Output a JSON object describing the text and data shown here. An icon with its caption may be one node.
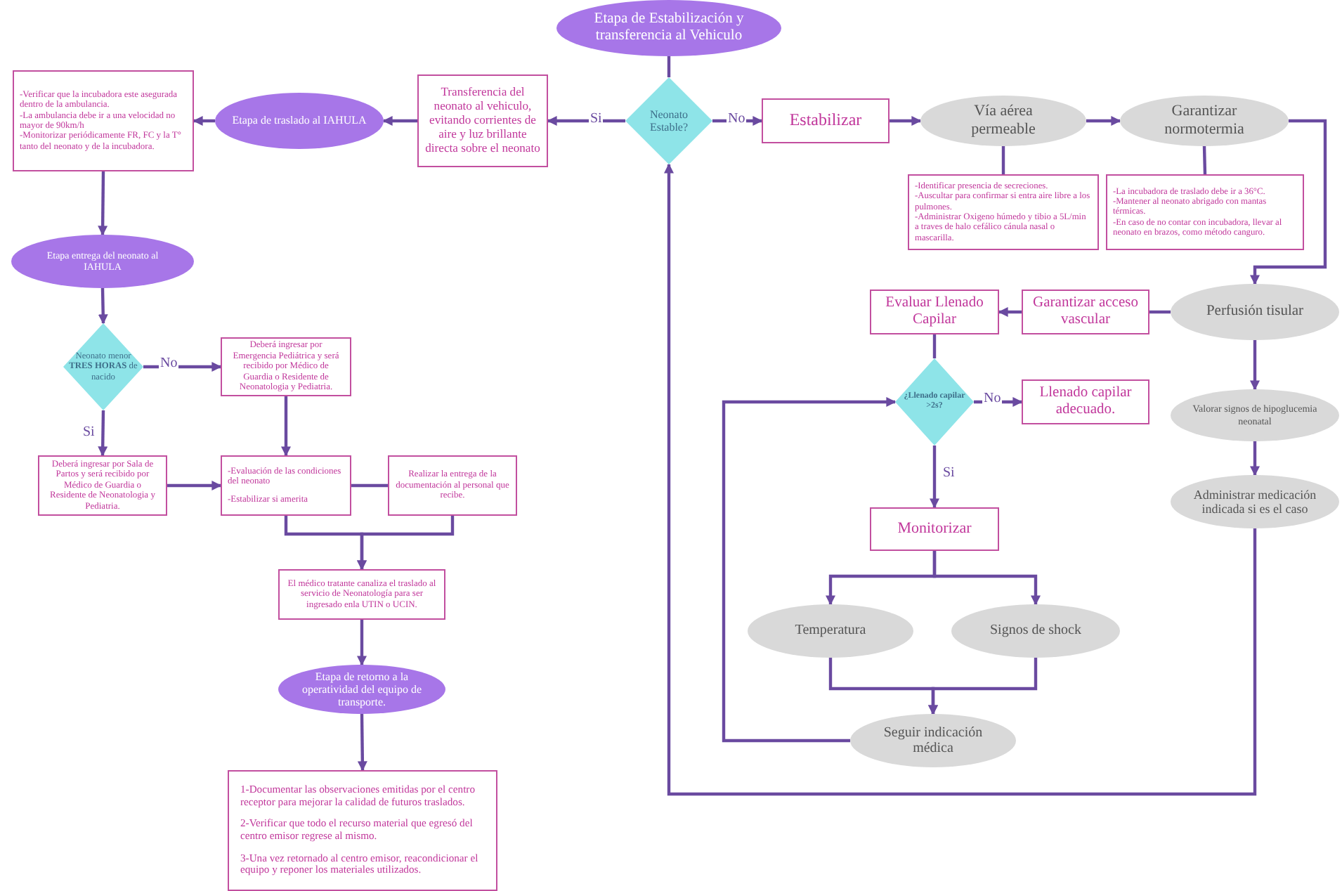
{
  "diagram": {
    "nodes": [
      {
        "text": [
          "Etapa de Estabilización y transferencia al Vehiculo"
        ]
      },
      {
        "text": [
          "Neonato Estable?"
        ]
      },
      {
        "text": [
          "Estabilizar"
        ]
      },
      {
        "text": [
          "Vía aérea permeable"
        ]
      },
      {
        "text": [
          "Garantizar normotermia"
        ]
      },
      {
        "text": [
          "-Identificar presencia de secreciones.",
          "-Auscultar para confirmar si entra aire libre a los pulmones.",
          "-Administrar Oxigeno húmedo y tibio a 5L/min a traves de halo cefálico cánula nasal o mascarilla."
        ]
      },
      {
        "text": [
          "-La incubadora de traslado debe ir a 36°C.",
          "-Mantener al neonato abrigado con mantas térmicas.",
          "-En caso de no contar con incubadora, llevar al neonato en brazos, como método canguro."
        ]
      },
      {
        "text": [
          "Perfusión tisular"
        ]
      },
      {
        "text": [
          "Garantizar acceso vascular"
        ]
      },
      {
        "text": [
          "Evaluar Llenado Capilar"
        ]
      },
      {
        "text": [
          "¿Llenado capilar >2s?"
        ]
      },
      {
        "text": [
          "Llenado capilar adecuado."
        ]
      },
      {
        "text": [
          "Monitorizar"
        ]
      },
      {
        "text": [
          "Temperatura"
        ]
      },
      {
        "text": [
          "Signos de shock"
        ]
      },
      {
        "text": [
          "Seguir indicación médica"
        ]
      },
      {
        "text": [
          "Valorar signos de hipoglucemia neonatal"
        ]
      },
      {
        "text": [
          "Administrar medicación indicada si es el caso"
        ]
      },
      {
        "text": [
          "Transferencia del neonato al vehiculo, evitando corrientes de aire y luz brillante directa sobre el neonato"
        ]
      },
      {
        "text": [
          "Etapa de traslado al IAHULA"
        ]
      },
      {
        "text": [
          "-Verificar que la incubadora este asegurada dentro de la ambulancia.",
          "-La ambulancia debe ir a una velocidad no mayor de 90km/h",
          "-Monitorizar periódicamente FR, FC y la T° tanto del neonato y de la incubadora."
        ]
      },
      {
        "text": [
          "Etapa entrega del neonato al IAHULA"
        ]
      },
      {
        "text": [
          "Neonato menor **TRES HORAS** de nacido"
        ]
      },
      {
        "text": [
          "Deberá ingresar por Emergencia Pediátrica y será recibido por Médico de Guardia o Residente de Neonatologia y Pediatria."
        ]
      },
      {
        "text": [
          "Deberá ingresar por Sala de Partos y será recibido por Médico de Guardia o Residente de Neonatologia y Pediatria."
        ]
      },
      {
        "text": [
          "-Evaluación de las condiciones del neonato",
          "-Estabilizar si amerita"
        ]
      },
      {
        "text": [
          "Realizar la entrega de la documentación al personal que recibe."
        ]
      },
      {
        "text": [
          "El médico tratante canaliza el traslado al servicio de Neonatología para ser ingresado enla UTIN o UCIN."
        ]
      },
      {
        "text": [
          "Etapa de retorno a la operatividad del equipo de transporte."
        ]
      },
      {
        "text": [
          "1-Documentar las observaciones emitidas por el centro receptor para mejorar la calidad de futuros traslados.",
          "2-Verificar que todo el recurso material que egresó del centro emisor regrese al mismo.",
          "3-Una vez retornado al centro emisor, reacondicionar el equipo y reponer los materiales utilizados."
        ]
      }
    ],
    "edges": [
      {
        "from": 0,
        "to": 1,
        "arrow": "none"
      },
      {
        "from": 1,
        "to": 2,
        "arrow": "to",
        "label": "No"
      },
      {
        "from": 2,
        "to": 3,
        "arrow": "to"
      },
      {
        "from": 3,
        "to": 4,
        "arrow": "to"
      },
      {
        "from": 3,
        "to": 5,
        "arrow": "none"
      },
      {
        "from": 4,
        "to": 6,
        "arrow": "none"
      },
      {
        "from": 4,
        "to": 7,
        "arrow": "to"
      },
      {
        "from": 7,
        "to": 8,
        "arrow": "none"
      },
      {
        "from": 8,
        "to": 9,
        "arrow": "to"
      },
      {
        "from": 9,
        "to": 10,
        "arrow": "none"
      },
      {
        "from": 10,
        "to": 11,
        "arrow": "to",
        "label": "No"
      },
      {
        "from": 10,
        "to": 12,
        "arrow": "to",
        "label": "Si"
      },
      {
        "from": 12,
        "to": 13,
        "arrow": "to"
      },
      {
        "from": 12,
        "to": 14,
        "arrow": "to"
      },
      {
        "from": 13,
        "to": 15,
        "arrow": "to"
      },
      {
        "from": 14,
        "to": 15,
        "arrow": "to"
      },
      {
        "from": 15,
        "to": 10,
        "arrow": "to"
      },
      {
        "from": 7,
        "to": 16,
        "arrow": "to"
      },
      {
        "from": 16,
        "to": 17,
        "arrow": "to"
      },
      {
        "from": 17,
        "to": 1,
        "arrow": "to"
      },
      {
        "from": 1,
        "to": 18,
        "arrow": "to",
        "label": "Si"
      },
      {
        "from": 18,
        "to": 19,
        "arrow": "to"
      },
      {
        "from": 19,
        "to": 20,
        "arrow": "to"
      },
      {
        "from": 20,
        "to": 21,
        "arrow": "to"
      },
      {
        "from": 21,
        "to": 22,
        "arrow": "to"
      },
      {
        "from": 22,
        "to": 23,
        "arrow": "to",
        "label": "No"
      },
      {
        "from": 22,
        "to": 24,
        "arrow": "to",
        "label": "Si"
      },
      {
        "from": 23,
        "to": 25,
        "arrow": "to"
      },
      {
        "from": 24,
        "to": 25,
        "arrow": "to"
      },
      {
        "from": 25,
        "to": 26,
        "arrow": "none"
      },
      {
        "from": 25,
        "to": 27,
        "arrow": "to"
      },
      {
        "from": 26,
        "to": 27,
        "arrow": "to"
      },
      {
        "from": 27,
        "to": 28,
        "arrow": "to"
      },
      {
        "from": 28,
        "to": 29,
        "arrow": "to"
      }
    ]
  }
}
